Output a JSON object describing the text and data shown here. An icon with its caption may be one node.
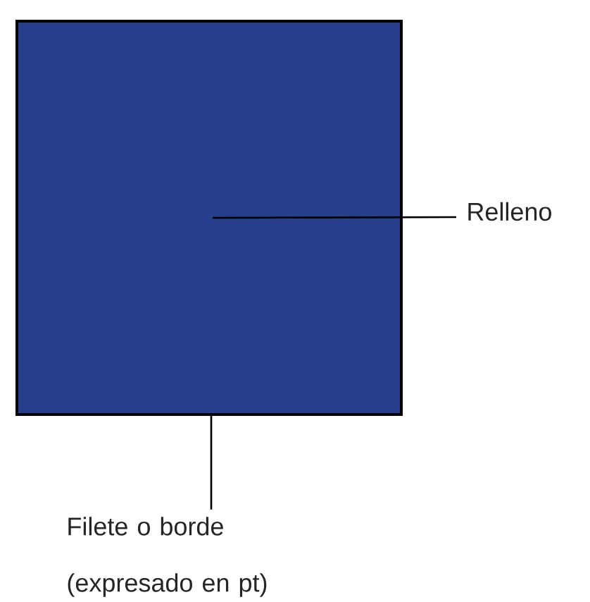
{
  "diagram": {
    "nodes": [
      {
        "text": [],
        "shape": "box"
      },
      {
        "text": [
          "Relleno"
        ]
      },
      {
        "text": [
          "Filete o borde (expresado en pt)"
        ]
      }
    ],
    "edges": [
      {
        "from": 1,
        "to": 0,
        "arrow": "none"
      },
      {
        "from": 2,
        "to": 0,
        "arrow": "none"
      }
    ]
  }
}
